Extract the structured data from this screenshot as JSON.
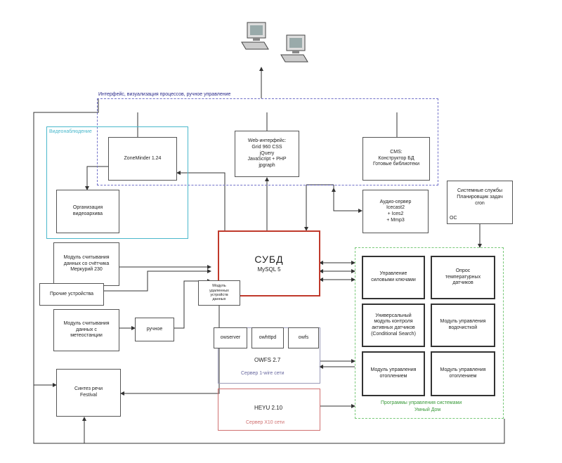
{
  "groups": {
    "interface": "Интерфейс, визуализация процессов, ручное управление",
    "video": "Видеонаблюдение",
    "programs": [
      "Программы управления системами",
      "Умный Дом"
    ],
    "os": "ОС"
  },
  "boxes": {
    "zoneminder": [
      "ZoneMinder 1.24"
    ],
    "video_archive": [
      "Организация",
      "видеоархива"
    ],
    "web": [
      "Web-интерфейс:",
      "Grid 960 CSS",
      "jQuery",
      "JavaScript + PHP",
      "jpgraph"
    ],
    "cms": [
      "CMS:",
      "Конструктор БД",
      "Готовые библиотеки"
    ],
    "audio": [
      "Аудио-сервер",
      "Icecast2",
      "+ Ices2",
      "+ Mmp3"
    ],
    "system_services": [
      "Системные службы",
      "Планировщик задач",
      "cron"
    ],
    "subd": [
      "СУБД",
      "MySQL 5"
    ],
    "remote_module": [
      "Модуль",
      "удаленных",
      "устройств",
      "данных"
    ],
    "meter": [
      "Модуль считывания",
      "данных со счётчика",
      "Меркурий 230"
    ],
    "other_devices": [
      "Прочие устройства"
    ],
    "weather": [
      "Модуль считывания",
      "данных с",
      "метеостанции"
    ],
    "manual": [
      "ручное"
    ],
    "speech": [
      "Синтез речи",
      "Festival"
    ],
    "owserver": [
      "owserver"
    ],
    "owhttpd": [
      "owhttpd"
    ],
    "owfs": [
      "owfs"
    ],
    "owfs_group": [
      "OWFS 2.7"
    ],
    "owfs_caption": [
      "Сервер 1-wire сети"
    ],
    "heyu": [
      "HEYU 2.10"
    ],
    "heyu_caption": [
      "Сервер X10 сети"
    ],
    "power": [
      "Управление",
      "силовыми ключами"
    ],
    "temp": [
      "Опрос",
      "температурных",
      "датчиков"
    ],
    "universal": [
      "Универсальный",
      "модуль контроля",
      "активных датчиков",
      "(Conditional Search)"
    ],
    "water": [
      "Модуль управления",
      "водочисткой"
    ],
    "heating1": [
      "Модуль управления",
      "отоплением"
    ],
    "heating2": [
      "Модуль управления",
      "отоплением"
    ]
  },
  "colors": {
    "interface_border": "#7070c8",
    "video_border": "#4ab8cc",
    "programs_border": "#78c878",
    "subd_border": "#c0392b",
    "heyu_border": "#d07070",
    "owfs_border": "#9a9ab8",
    "wire": "#333333"
  },
  "icons": [
    "computer-icon",
    "computer-icon"
  ]
}
